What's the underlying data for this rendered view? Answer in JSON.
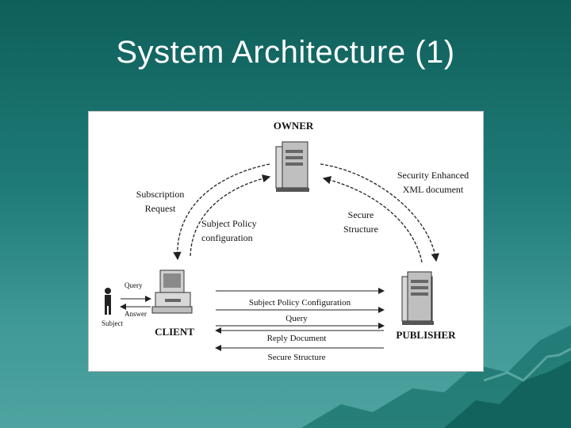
{
  "slide": {
    "title": "System Architecture (1)"
  },
  "diagram": {
    "nodes": {
      "owner": "OWNER",
      "client": "CLIENT",
      "publisher": "PUBLISHER",
      "subject": "Subject"
    },
    "labels": {
      "subscription_request": [
        "Subscription",
        "Request"
      ],
      "subject_policy_config": [
        "Subject Policy",
        "configuration"
      ],
      "security_enhanced": [
        "Security Enhanced",
        "XML document"
      ],
      "secure_structure": [
        "Secure",
        "Structure"
      ],
      "query_small": "Query",
      "answer_small": "Answer",
      "flow_subject_policy_configuration": "Subject Policy Configuration",
      "flow_query": "Query",
      "flow_reply_document": "Reply Document",
      "flow_secure_structure": "Secure Structure"
    }
  },
  "colors": {
    "background_top": "#0f5f5a",
    "background_bottom": "#4fa3a0",
    "title": "#ffffff",
    "diagram_bg": "#ffffff"
  }
}
